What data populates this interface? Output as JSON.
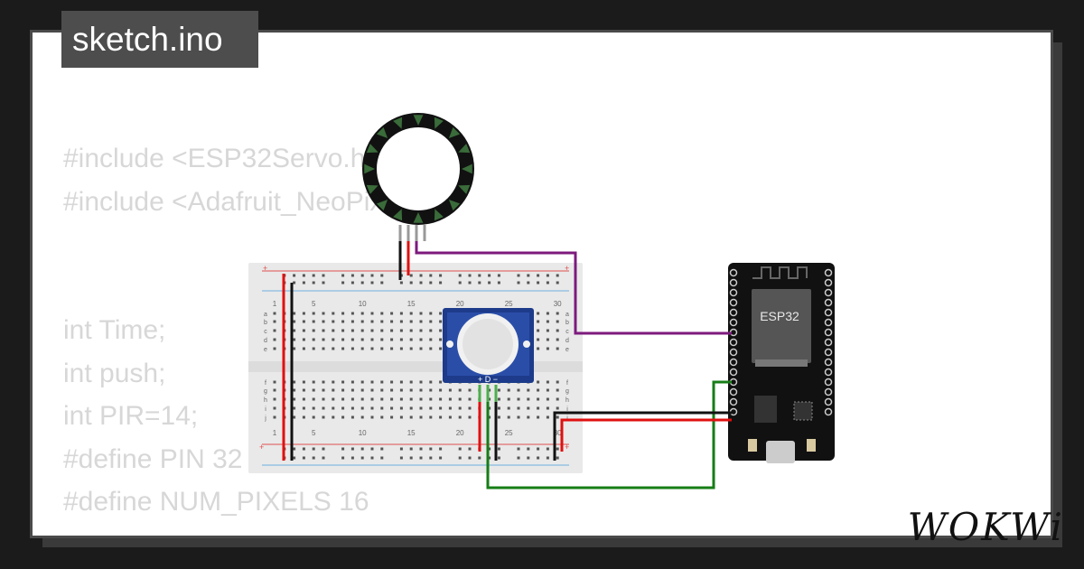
{
  "title": "sketch.ino",
  "code_lines": [
    "#include <ESP32Servo.h>",
    "#include <Adafruit_NeoPixel.h>",
    "",
    "",
    "int Time;",
    "int push;",
    "int PIR=14;",
    "#define PIN 32",
    "#define NUM_PIXELS 16"
  ],
  "esp32_label": "ESP32",
  "pir_pins": "+ D −",
  "breadboard_numbers": [
    "1",
    "5",
    "10",
    "15",
    "20",
    "25",
    "30"
  ],
  "breadboard_rows_top": [
    "a",
    "b",
    "c",
    "d",
    "e"
  ],
  "breadboard_rows_bottom": [
    "f",
    "g",
    "h",
    "i",
    "j"
  ],
  "logo": "WOKWi",
  "colors": {
    "background": "#1b1b1b",
    "wire_purple": "#7d1a7d",
    "wire_green": "#167d16",
    "wire_red": "#e01010",
    "wire_black": "#111111",
    "pir_blue": "#1d3b8a",
    "ring_led": "#3a6b3a"
  }
}
